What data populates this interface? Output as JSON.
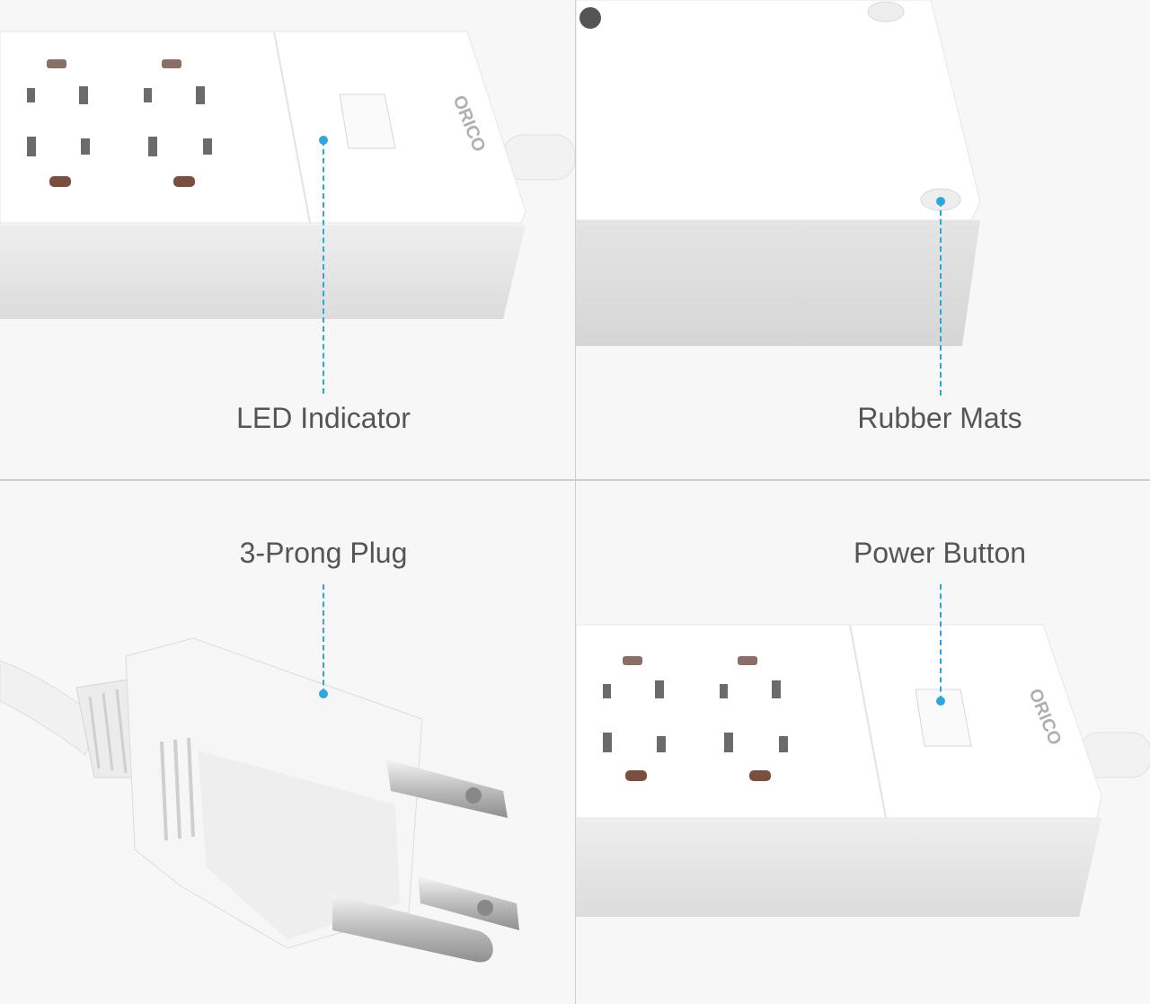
{
  "features": {
    "led_indicator": {
      "label": "LED Indicator"
    },
    "rubber_mats": {
      "label": "Rubber Mats"
    },
    "three_prong_plug": {
      "label": "3-Prong Plug"
    },
    "power_button": {
      "label": "Power Button"
    }
  },
  "brand": {
    "logo_text": "ORICO"
  },
  "colors": {
    "accent": "#2aa7df",
    "caption": "#555555",
    "product_white": "#ffffff",
    "product_shadow": "#e3e3e3",
    "background": "#f7f7f7"
  }
}
